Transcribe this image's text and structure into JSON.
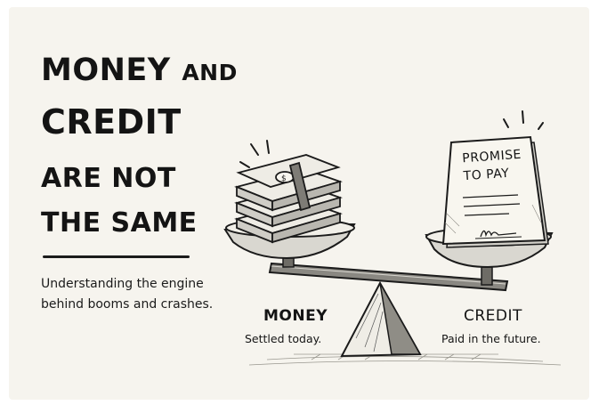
{
  "heading": {
    "line1_word1": "MONEY",
    "line1_word2": "AND",
    "line2": "CREDIT",
    "line3": "ARE NOT",
    "line4": "THE SAME"
  },
  "subtitle": {
    "line1": "Understanding the engine",
    "line2": "behind booms and crashes."
  },
  "left_pan": {
    "label": "MONEY",
    "caption": "Settled today.",
    "icon": "cash-stack-icon"
  },
  "right_pan": {
    "label": "CREDIT",
    "caption": "Paid in the future.",
    "note_line1": "PROMISE",
    "note_line2": "TO PAY",
    "icon": "promissory-note-icon"
  },
  "colors": {
    "background": "#f6f4ee",
    "ink": "#141414"
  }
}
